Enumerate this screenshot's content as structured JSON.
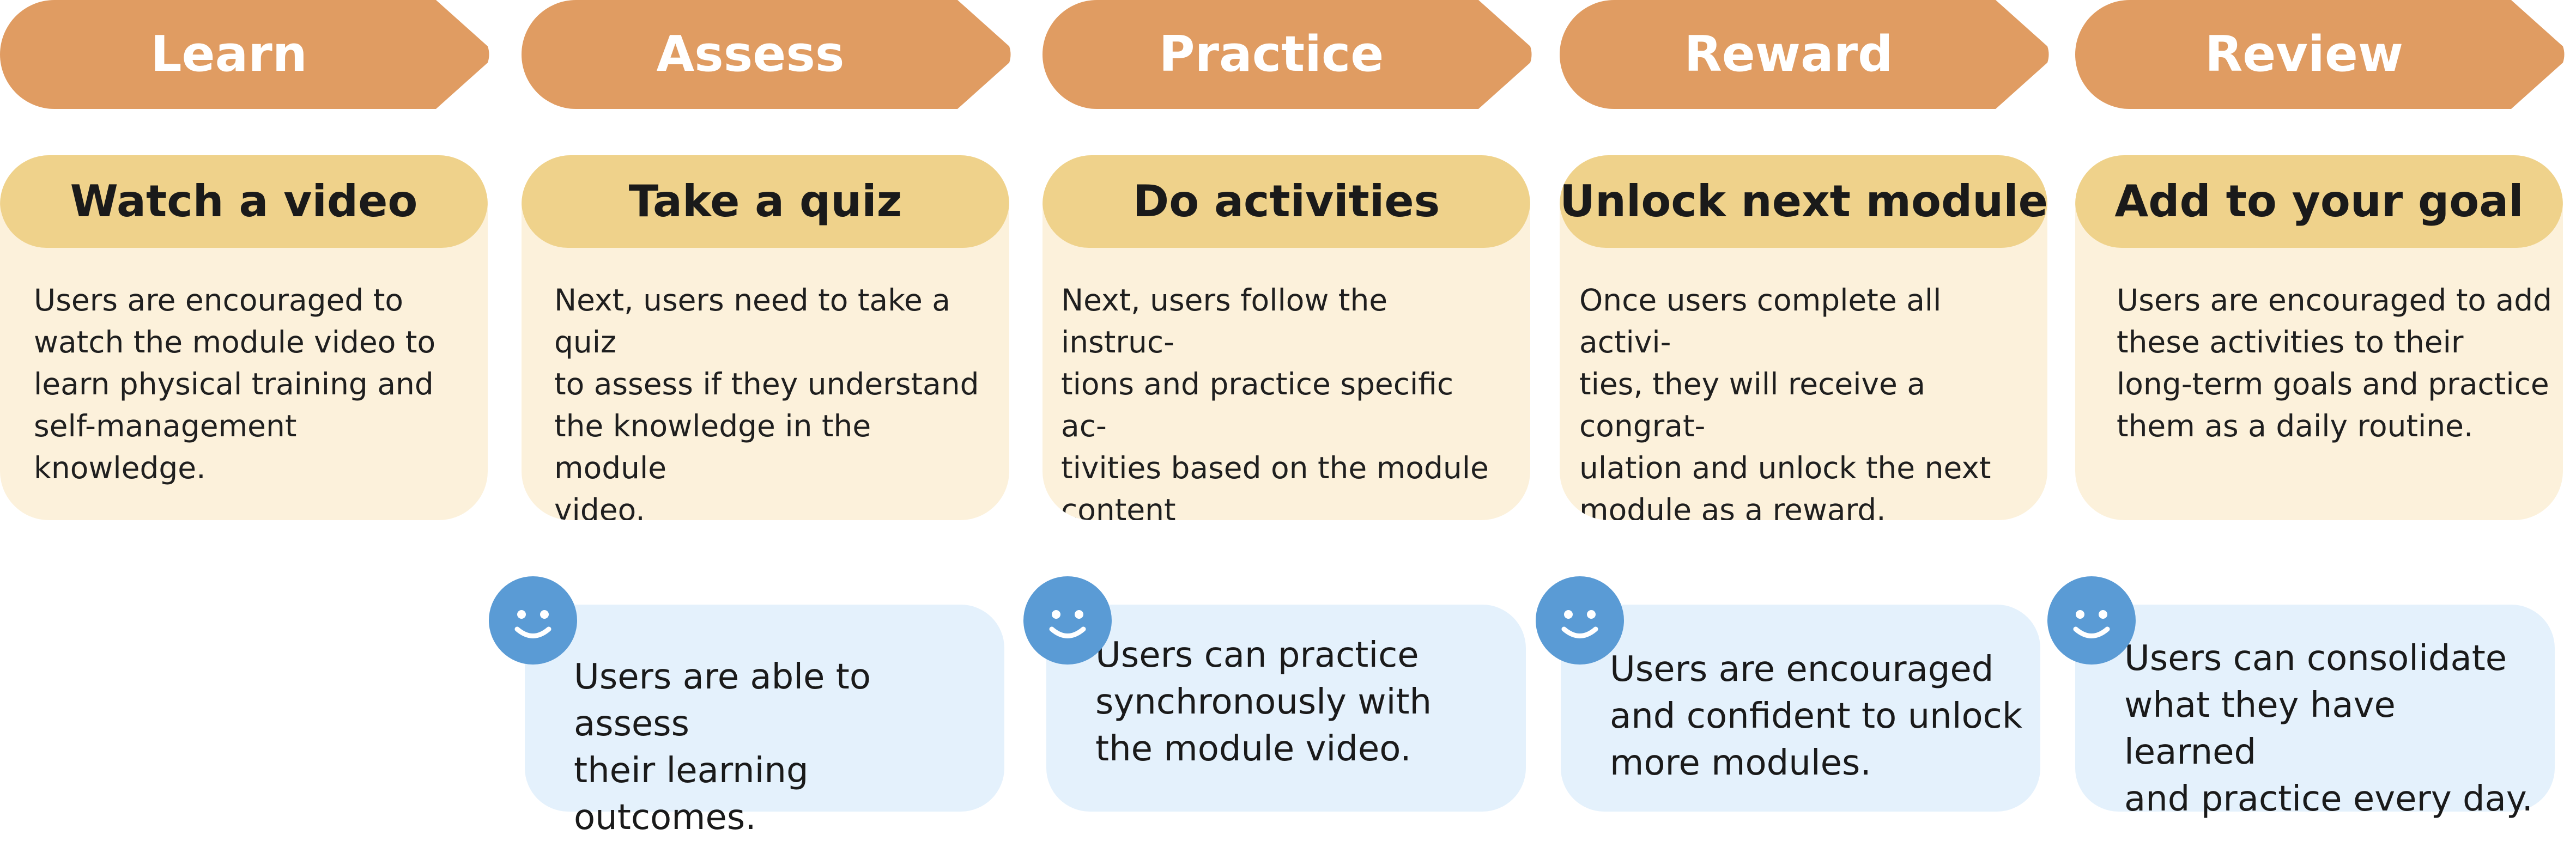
{
  "colors": {
    "stage_arrow": "#e09c62",
    "card_header": "#efd28b",
    "card_body": "#fcf1db",
    "outcome_box": "#e4f1fc",
    "smiley": "#5a9bd5"
  },
  "stages": [
    {
      "label": "Learn",
      "card_title": "Watch a video",
      "card_lines": [
        "Users are encouraged to",
        "watch the module video to",
        "learn physical training and",
        "self-management knowledge."
      ]
    },
    {
      "label": "Assess",
      "card_title": "Take a quiz",
      "card_lines": [
        "Next, users need to take a quiz",
        "to assess if they understand",
        "the knowledge in the module",
        "video."
      ],
      "outcome_lines": [
        "Users are able to assess",
        "their learning outcomes."
      ]
    },
    {
      "label": "Practice",
      "card_title": "Do activities",
      "card_lines": [
        "Next, users follow the instruc-",
        "tions and practice specific ac-",
        "tivities based on the module",
        "content"
      ],
      "outcome_lines": [
        "Users can practice",
        "synchronously with",
        "the module video."
      ]
    },
    {
      "label": "Reward",
      "card_title": "Unlock next module",
      "card_lines": [
        "Once users complete all activi-",
        "ties, they will receive a congrat-",
        "ulation and unlock the next",
        "module as a reward."
      ],
      "outcome_lines": [
        "Users are encouraged",
        "and confident to unlock",
        "more modules."
      ]
    },
    {
      "label": "Review",
      "card_title": "Add to your goal",
      "card_lines": [
        "Users are encouraged to add",
        "these activities to their",
        "long-term goals and practice",
        "them as a daily routine."
      ],
      "outcome_lines": [
        "Users can consolidate",
        "what they have learned",
        "and practice every day."
      ]
    }
  ],
  "icons": {
    "stage": "arrow-tab-shape",
    "outcome": "smiley-face-icon"
  }
}
